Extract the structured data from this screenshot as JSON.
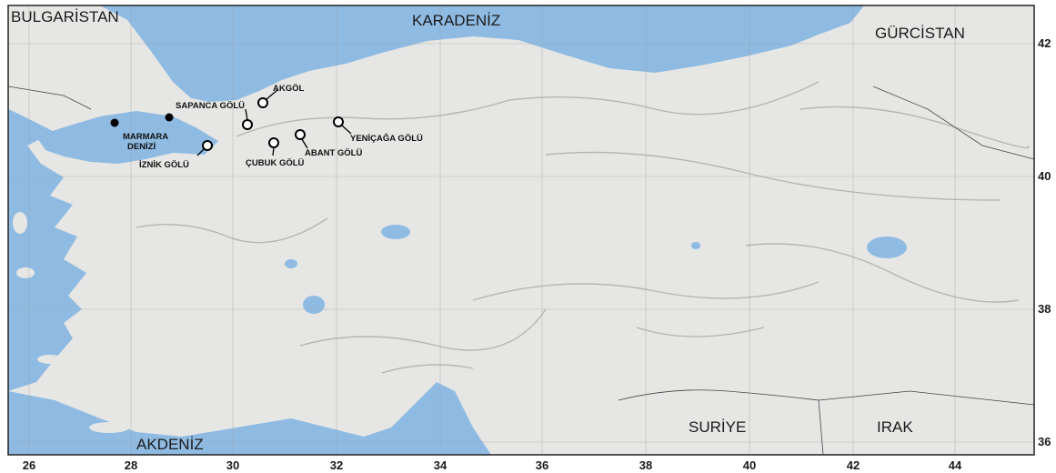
{
  "regions": {
    "bulgaristan": "BULGARİSTAN",
    "karadeniz": "KARADENİZ",
    "gurcistan": "GÜRCİSTAN",
    "akdeniz": "AKDENİZ",
    "suriye": "SURİYE",
    "irak": "IRAK"
  },
  "sea_label_line1": "MARMARA",
  "sea_label_line2": "DENİZİ",
  "sites": [
    {
      "name": "AKGÖL",
      "symbol": "open-circle"
    },
    {
      "name": "SAPANCA GÖLÜ",
      "symbol": "open-circle"
    },
    {
      "name": "YENİÇAĞA GÖLÜ",
      "symbol": "open-circle"
    },
    {
      "name": "ABANT GÖLÜ",
      "symbol": "open-circle"
    },
    {
      "name": "ÇUBUK GÖLÜ",
      "symbol": "open-circle"
    },
    {
      "name": "İZNİK GÖLÜ",
      "symbol": "open-circle"
    }
  ],
  "points": [
    {
      "symbol": "filled-circle"
    },
    {
      "symbol": "filled-circle"
    }
  ],
  "axes": {
    "longitude_ticks": [
      "26",
      "28",
      "30",
      "32",
      "34",
      "36",
      "38",
      "40",
      "42",
      "44"
    ],
    "latitude_ticks": [
      "42",
      "40",
      "38",
      "36"
    ]
  },
  "colors": {
    "sea": "#8fbbe3",
    "land": "#e6e6e4",
    "relief": "#a9a9a7",
    "frame": "#222222"
  }
}
